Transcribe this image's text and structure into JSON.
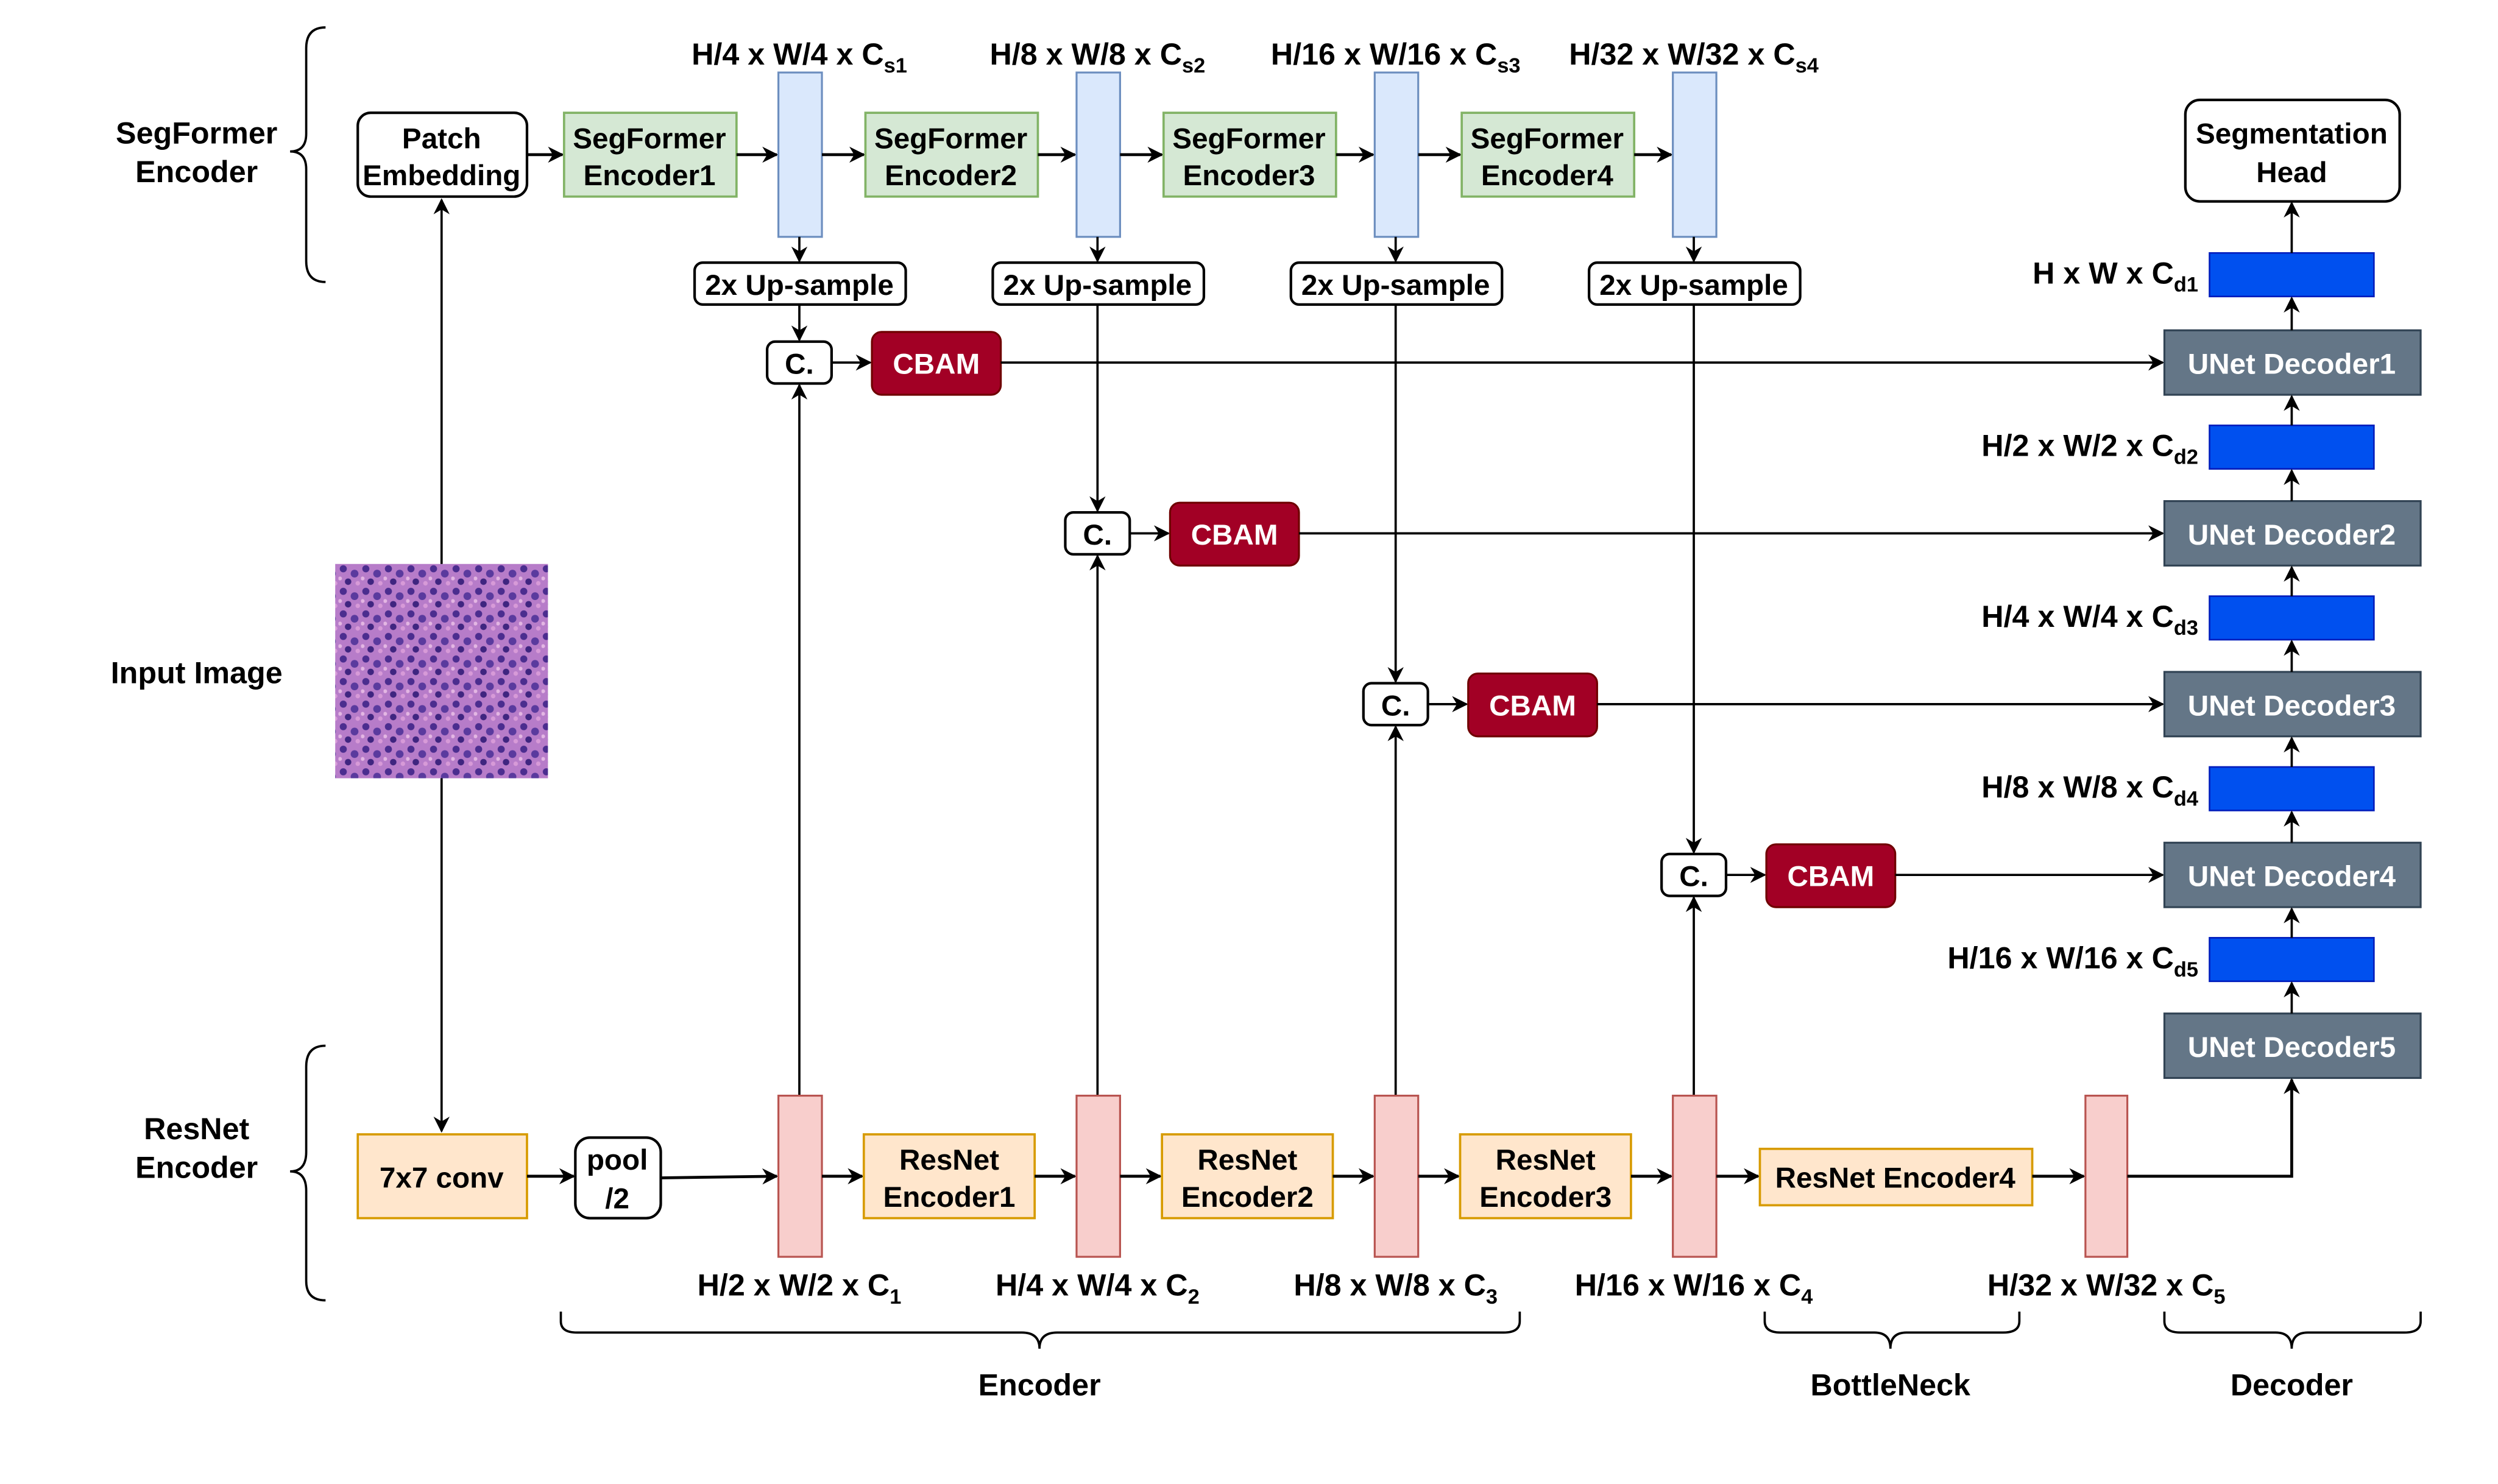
{
  "colors": {
    "segformer_fill": "#d5e8d4",
    "segformer_stroke": "#82b366",
    "seg_feature_fill": "#dae8fc",
    "seg_feature_stroke": "#6c8ebf",
    "resnet_fill": "#ffe6cc",
    "resnet_stroke": "#d79b00",
    "res_feature_fill": "#f8cecc",
    "res_feature_stroke": "#b85450",
    "cbam_fill": "#a20025",
    "cbam_stroke": "#6f0000",
    "decoder_fill": "#647687",
    "decoder_stroke": "#314354",
    "dec_feature_fill": "#0050ef",
    "dec_feature_stroke": "#001dbc"
  },
  "side_labels": {
    "segformer": [
      "SegFormer",
      "Encoder"
    ],
    "input": "Input Image",
    "resnet": [
      "ResNet",
      "Encoder"
    ]
  },
  "segformer": {
    "patch_embedding": [
      "Patch",
      "Embedding"
    ],
    "encoders": [
      [
        "SegFormer",
        "Encoder1"
      ],
      [
        "SegFormer",
        "Encoder2"
      ],
      [
        "SegFormer",
        "Encoder3"
      ],
      [
        "SegFormer",
        "Encoder4"
      ]
    ],
    "feature_dims": [
      {
        "main": "H/4 x W/4 x C",
        "sub": "s1"
      },
      {
        "main": "H/8 x W/8 x C",
        "sub": "s2"
      },
      {
        "main": "H/16 x W/16 x C",
        "sub": "s3"
      },
      {
        "main": "H/32 x W/32 x C",
        "sub": "s4"
      }
    ],
    "upsample_label": "2x Up-sample"
  },
  "fusion": {
    "concat_label": "C.",
    "attention_label": "CBAM"
  },
  "resnet": {
    "stem": "7x7 conv",
    "pool": [
      "pool",
      "/2"
    ],
    "encoders": [
      [
        "ResNet",
        "Encoder1"
      ],
      [
        "ResNet",
        "Encoder2"
      ],
      [
        "ResNet",
        "Encoder3"
      ]
    ],
    "bottleneck_encoder": "ResNet Encoder4",
    "feature_dims": [
      {
        "main": "H/2 x W/2 x C",
        "sub": "1"
      },
      {
        "main": "H/4 x W/4 x C",
        "sub": "2"
      },
      {
        "main": "H/8 x W/8 x C",
        "sub": "3"
      },
      {
        "main": "H/16 x W/16 x C",
        "sub": "4"
      },
      {
        "main": "H/32 x W/32 x C",
        "sub": "5"
      }
    ]
  },
  "decoder": {
    "head": [
      "Segmentation",
      "Head"
    ],
    "blocks": [
      "UNet Decoder1",
      "UNet Decoder2",
      "UNet Decoder3",
      "UNet Decoder4",
      "UNet Decoder5"
    ],
    "feature_dims": [
      {
        "main": "H x W x C",
        "sub": "d1"
      },
      {
        "main": "H/2 x W/2 x C",
        "sub": "d2"
      },
      {
        "main": "H/4 x W/4 x C",
        "sub": "d3"
      },
      {
        "main": "H/8 x W/8 x C",
        "sub": "d4"
      },
      {
        "main": "H/16 x W/16 x C",
        "sub": "d5"
      }
    ]
  },
  "section_labels": {
    "encoder": "Encoder",
    "bottleneck": "BottleNeck",
    "decoder": "Decoder"
  }
}
